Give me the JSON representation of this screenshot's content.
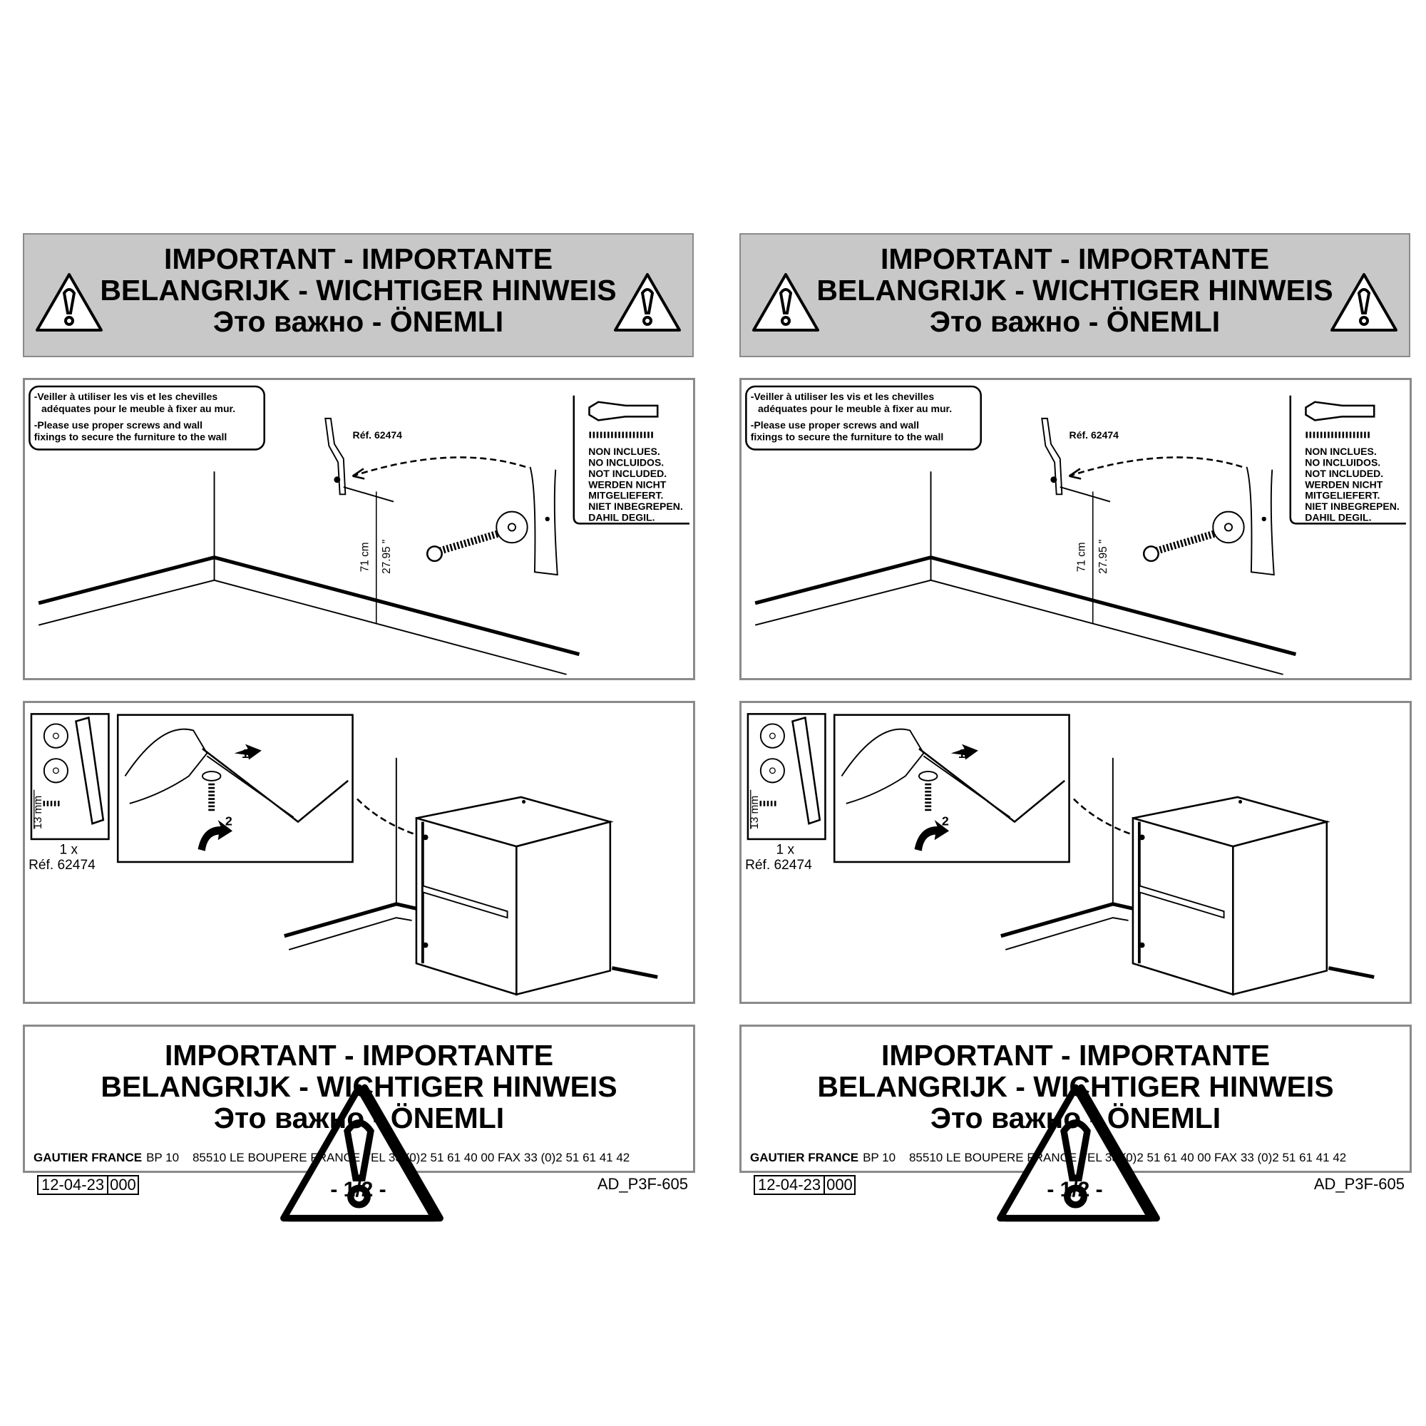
{
  "pages": [
    {
      "header": {
        "line1": "IMPORTANT - IMPORTANTE",
        "line2": "BELANGRIJK - WICHTIGER HINWEIS",
        "line3": "Это важно - ÖNEMLI"
      },
      "step1": {
        "note_fr_1": "-Veiller à utiliser les vis et les chevilles",
        "note_fr_2": "adéquates pour le meuble à fixer au mur.",
        "note_en_1": "-Please use proper screws and wall",
        "note_en_2": "fixings to secure the furniture to the wall",
        "ref": "Réf. 62474",
        "height_cm": "71 cm",
        "height_in": "27.95 \"",
        "not_included": [
          "NON INCLUES.",
          "NO INCLUIDOS.",
          "NOT INCLUDED.",
          "WERDEN NICHT",
          "MITGELIEFERT.",
          "NIET INBEGREPEN.",
          "DAHIL DEGIL."
        ]
      },
      "step2": {
        "screw_length": "13 mm",
        "qty": "1 x",
        "ref": "Réf. 62474",
        "arrow1": "1",
        "arrow2": "2"
      },
      "footer_box": {
        "line1": "IMPORTANT - IMPORTANTE",
        "line2": "BELANGRIJK - WICHTIGER HINWEIS",
        "line3": "Это важно - ÖNEMLI",
        "company": "GAUTIER FRANCE",
        "address": "BP 10    85510 LE BOUPERE FRANCE TEL 33 (0)2 51 61 40 00 FAX 33 (0)2 51 61 41 42"
      },
      "footer": {
        "date": "12-04-23",
        "rev": "000",
        "page": "-  1/2  -",
        "code": "AD_P3F-605"
      }
    },
    {
      "header": {
        "line1": "IMPORTANT - IMPORTANTE",
        "line2": "BELANGRIJK - WICHTIGER HINWEIS",
        "line3": "Это важно - ÖNEMLI"
      },
      "step1": {
        "note_fr_1": "-Veiller à utiliser les vis et les chevilles",
        "note_fr_2": "adéquates pour le meuble à fixer au mur.",
        "note_en_1": "-Please use proper screws and wall",
        "note_en_2": "fixings to secure the furniture to the wall",
        "ref": "Réf. 62474",
        "height_cm": "71 cm",
        "height_in": "27.95 \"",
        "not_included": [
          "NON INCLUES.",
          "NO INCLUIDOS.",
          "NOT INCLUDED.",
          "WERDEN NICHT",
          "MITGELIEFERT.",
          "NIET INBEGREPEN.",
          "DAHIL DEGIL."
        ]
      },
      "step2": {
        "screw_length": "13 mm",
        "qty": "1 x",
        "ref": "Réf. 62474",
        "arrow1": "1",
        "arrow2": "2"
      },
      "footer_box": {
        "line1": "IMPORTANT - IMPORTANTE",
        "line2": "BELANGRIJK - WICHTIGER HINWEIS",
        "line3": "Это важно - ÖNEMLI",
        "company": "GAUTIER FRANCE",
        "address": "BP 10    85510 LE BOUPERE FRANCE TEL 33 (0)2 51 61 40 00 FAX 33 (0)2 51 61 41 42"
      },
      "footer": {
        "date": "12-04-23",
        "rev": "000",
        "page": "-  1/2  -",
        "code": "AD_P3F-605"
      }
    }
  ]
}
